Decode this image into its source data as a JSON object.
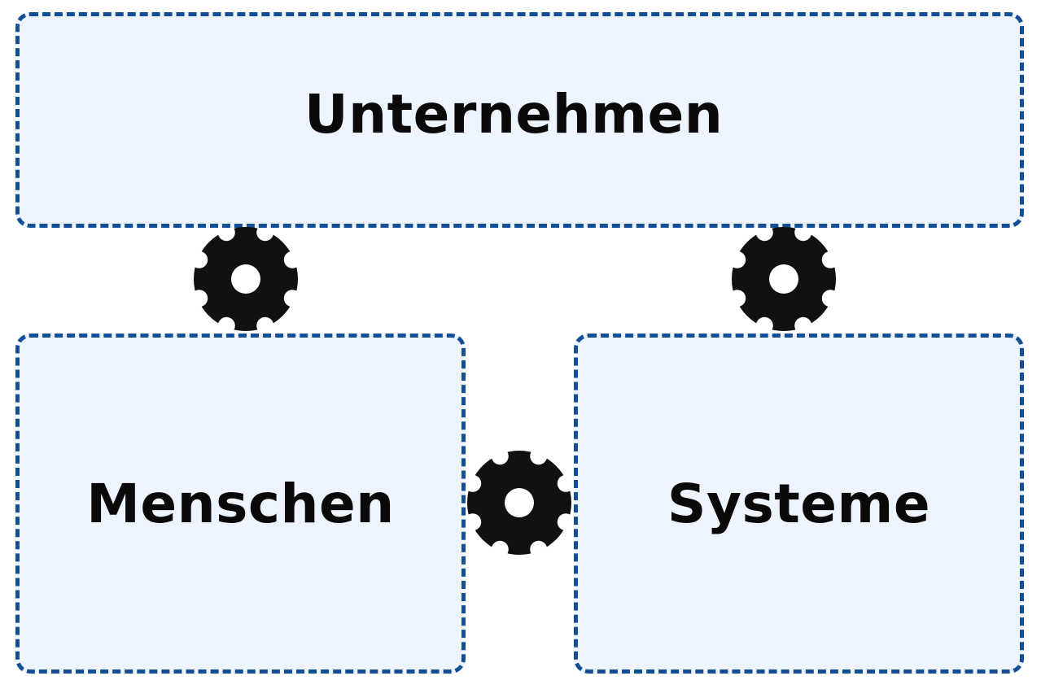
{
  "diagram": {
    "top_box": {
      "label": "Unternehmen"
    },
    "left_box": {
      "label": "Menschen"
    },
    "right_box": {
      "label": "Systeme"
    }
  },
  "colors": {
    "box_fill": "#eef4fe",
    "box_border": "#134f96",
    "gear": "#111111",
    "text": "#0a0a0a"
  },
  "icons": [
    "gear-icon",
    "gear-icon",
    "gear-icon"
  ]
}
